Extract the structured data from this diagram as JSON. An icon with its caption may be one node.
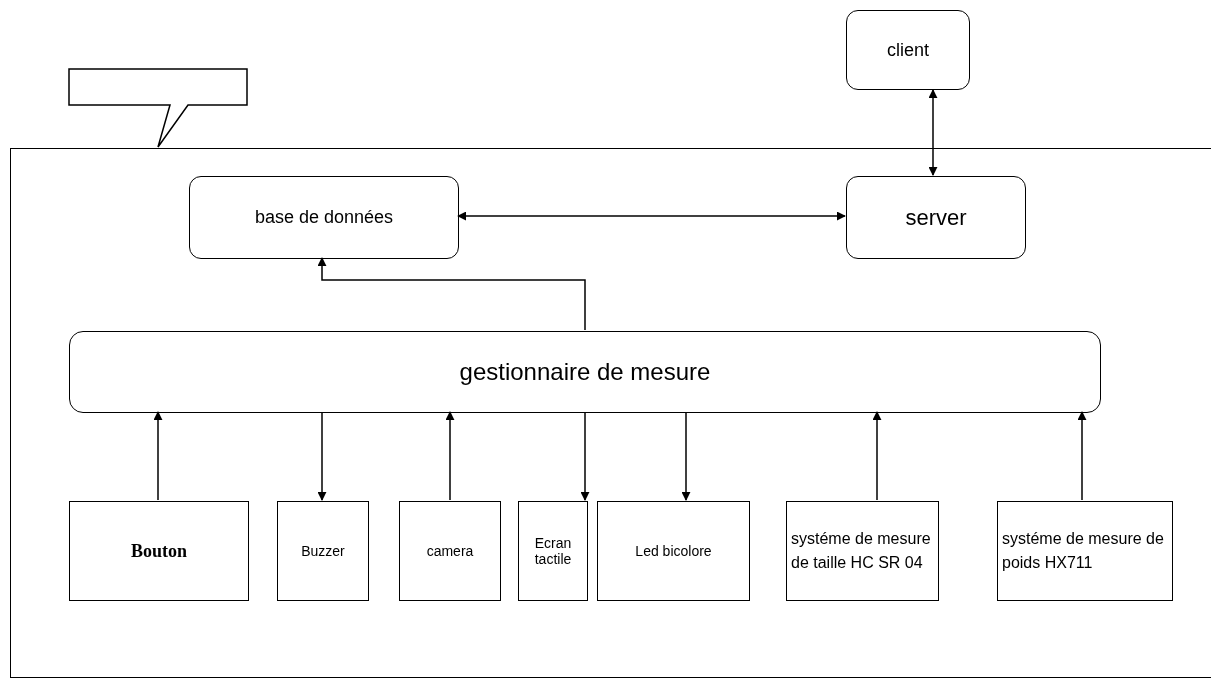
{
  "diagram": {
    "nodes": [
      {
        "text": [
          "client"
        ]
      },
      {
        "text": [],
        "shape": "box"
      },
      {
        "text": [],
        "shape": "box"
      },
      {
        "text": [
          "base de données"
        ],
        "in": 2
      },
      {
        "text": [
          "server"
        ],
        "in": 2
      },
      {
        "text": [
          "gestionnaire de mesure"
        ],
        "in": 2
      },
      {
        "text": [
          "Bouton"
        ],
        "in": 2
      },
      {
        "text": [
          "Buzzer"
        ],
        "in": 2
      },
      {
        "text": [
          "camera"
        ],
        "in": 2
      },
      {
        "text": [
          "Ecran tactile"
        ],
        "in": 2
      },
      {
        "text": [
          "Led bicolore"
        ],
        "in": 2
      },
      {
        "text": [
          "systéme de mesure de taille HC SR 04"
        ],
        "in": 2
      },
      {
        "text": [
          "systéme de mesure de poids HX711"
        ],
        "in": 2
      }
    ],
    "edges": [
      {
        "from": 0,
        "to": 4,
        "arrow": "both"
      },
      {
        "from": 3,
        "to": 4,
        "arrow": "both"
      },
      {
        "from": 5,
        "to": 3,
        "arrow": "to"
      },
      {
        "from": 6,
        "to": 5,
        "arrow": "to"
      },
      {
        "from": 5,
        "to": 7,
        "arrow": "to"
      },
      {
        "from": 8,
        "to": 5,
        "arrow": "to"
      },
      {
        "from": 5,
        "to": 9,
        "arrow": "to"
      },
      {
        "from": 5,
        "to": 10,
        "arrow": "to"
      },
      {
        "from": 11,
        "to": 5,
        "arrow": "to"
      },
      {
        "from": 12,
        "to": 5,
        "arrow": "to"
      }
    ]
  }
}
